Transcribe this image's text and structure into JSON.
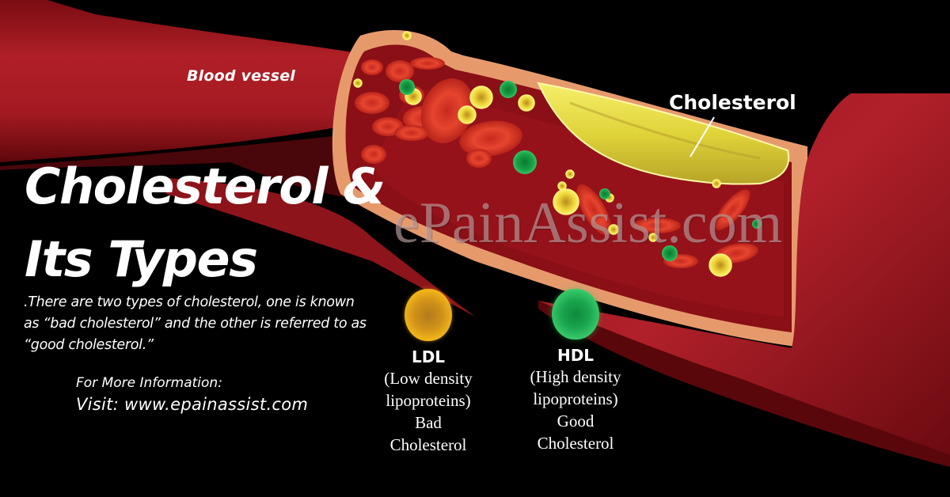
{
  "title": {
    "line1": "Cholesterol &",
    "line2": "Its Types"
  },
  "description": ".There are two types of cholesterol, one is known as “bad cholesterol” and the other is referred to as “good cholesterol.”",
  "more_info": {
    "label": "For More Information:",
    "visit": "Visit: www.epainassist.com"
  },
  "illustration": {
    "vessel_label": "Blood vessel",
    "plaque_label": "Cholesterol",
    "watermark": "ePainAssist.com"
  },
  "legend": [
    {
      "abbr": "LDL",
      "line1": "(Low density",
      "line2": "lipoproteins)",
      "line3": "Bad",
      "line4": "Cholesterol",
      "color": "#e3a417"
    },
    {
      "abbr": "HDL",
      "line1": "(High density",
      "line2": "lipoproteins)",
      "line3": "Good",
      "line4": "Cholesterol",
      "color": "#2dbb5e"
    }
  ],
  "colors": {
    "background": "#000000",
    "vessel": "#a81d25",
    "vessel_wall": "#e59a6e",
    "plaque": "#e8e04a",
    "text": "#ffffff"
  }
}
